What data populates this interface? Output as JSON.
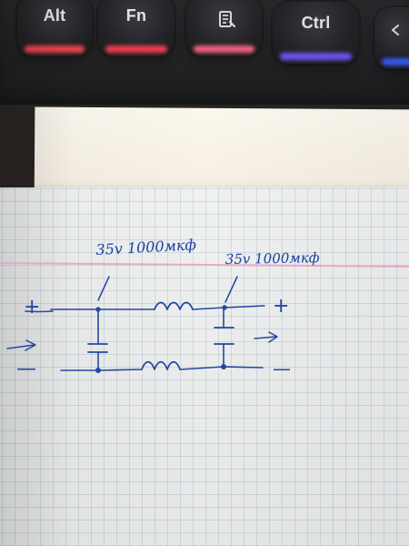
{
  "keyboard": {
    "alt_label": "Alt",
    "fn_label": "Fn",
    "ctrl_label": "Ctrl",
    "menu_icon": "document-icon",
    "edge_icon": "left-arrow-icon"
  },
  "sketch": {
    "left_rating": "35v 1000мкф",
    "right_rating": "35v 1000мкф",
    "plus_left": "+",
    "plus_right": "+",
    "minus_left": "—",
    "minus_right": "—",
    "ink_color": "#2248a2",
    "margin_color": "#e9a4c6"
  }
}
